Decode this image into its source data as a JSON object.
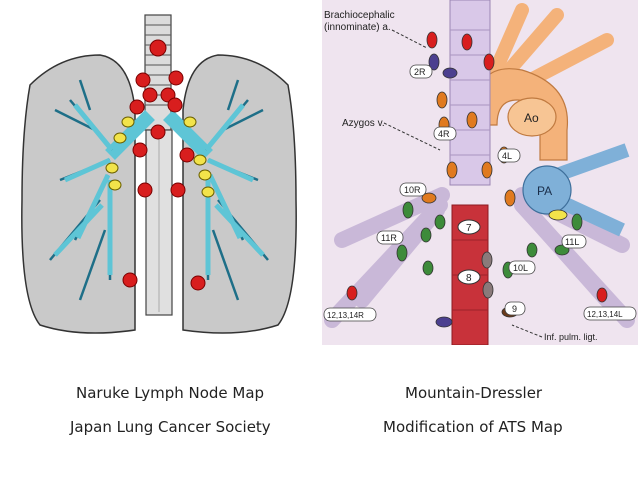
{
  "left_caption": {
    "line1": "Naruke Lymph Node Map",
    "line2": "Japan Lung Cancer Society"
  },
  "right_caption": {
    "line1": "Mountain-Dressler",
    "line2": "Modification of ATS Map"
  },
  "right_labels": {
    "brachiocephalic_1": "Brachiocephalic",
    "brachiocephalic_2": "(innominate) a.",
    "azygos": "Azygos v.",
    "ao": "Ao",
    "pa": "PA",
    "inf_pulm_1": "Inf. pulm. ligt.",
    "station_2r": "2R",
    "station_4r": "4R",
    "station_4l": "4L",
    "station_10r": "10R",
    "station_11r": "11R",
    "station_7": "7",
    "station_8": "8",
    "station_9": "9",
    "station_10l": "10L",
    "station_11l": "11L",
    "station_12r": "12,13,14R",
    "station_12l": "12,13,14L"
  },
  "colors": {
    "lung_gray": "#c9c9c9",
    "bronchus_cyan": "#5ec5d6",
    "node_red": "#d81e1e",
    "node_yellow": "#f2e34a",
    "esophagus_red": "#c8323a",
    "aorta_orange": "#f4b27a",
    "pa_blue": "#7fb0d8",
    "node_orange": "#e07a1f",
    "node_green": "#3d8b3a",
    "node_purple": "#4b3f8f"
  }
}
